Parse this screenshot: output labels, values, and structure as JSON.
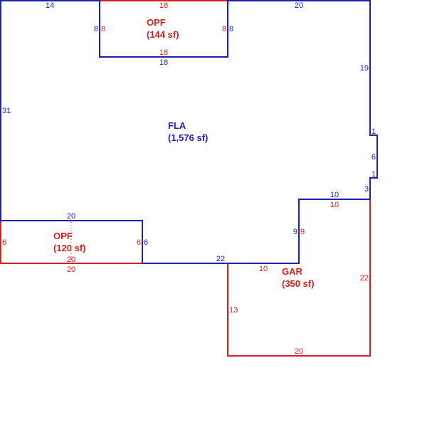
{
  "colors": {
    "main": "#2020b0",
    "annex": "#d42020",
    "background": "#ffffff"
  },
  "areas": {
    "fla": {
      "name": "FLA",
      "area": "(1,576 sf)"
    },
    "opf_top": {
      "name": "OPF",
      "area": "(144 sf)"
    },
    "opf_left": {
      "name": "OPF",
      "area": "(120 sf)"
    },
    "gar": {
      "name": "GAR",
      "area": "(350 sf)"
    }
  },
  "dimensions": {
    "fla_top_left": "14",
    "fla_top_right": "20",
    "fla_left": "31",
    "fla_right_upper": "19",
    "fla_jog_top": "1",
    "fla_jog_side": "6",
    "fla_jog_bottom": "1",
    "fla_right_lower": "3",
    "fla_notch_top": "10",
    "fla_notch_side": "9",
    "fla_bottom": "22",
    "fla_opf_left_top": "20",
    "fla_opf_left_side": "6",
    "fla_opf_top_left": "8",
    "fla_opf_top_right": "8",
    "fla_opf_top_bottom": "18",
    "opf_top_top": "18",
    "opf_top_left": "8",
    "opf_top_right": "8",
    "opf_top_bottom": "18",
    "opf_left_left": "6",
    "opf_left_right": "6",
    "opf_left_bottom_inner": "20",
    "opf_left_bottom": "20",
    "gar_top": "10",
    "gar_left_upper": "9",
    "gar_right": "22",
    "gar_top_left": "10",
    "gar_left": "13",
    "gar_bottom": "20"
  }
}
